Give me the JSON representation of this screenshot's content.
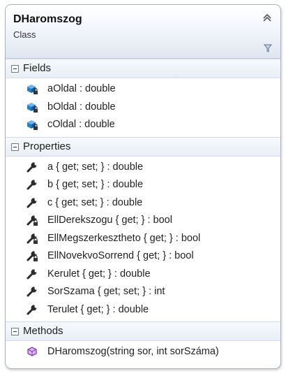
{
  "class": {
    "name": "DHaromszog",
    "kind": "Class"
  },
  "sections": {
    "fields": {
      "label": "Fields",
      "items": [
        {
          "text": "aOldal : double",
          "icon": "private-field-icon"
        },
        {
          "text": "bOldal : double",
          "icon": "private-field-icon"
        },
        {
          "text": "cOldal : double",
          "icon": "private-field-icon"
        }
      ]
    },
    "properties": {
      "label": "Properties",
      "items": [
        {
          "text": "a { get; set; } : double",
          "icon": "property-icon"
        },
        {
          "text": "b { get; set; } : double",
          "icon": "property-icon"
        },
        {
          "text": "c { get; set; } : double",
          "icon": "property-icon"
        },
        {
          "text": "EllDerekszogu { get; } : bool",
          "icon": "private-property-icon"
        },
        {
          "text": "EllMegszerkesztheto { get; } : bool",
          "icon": "private-property-icon"
        },
        {
          "text": "EllNovekvoSorrend { get; } : bool",
          "icon": "private-property-icon"
        },
        {
          "text": "Kerulet { get; } : double",
          "icon": "property-icon"
        },
        {
          "text": "SorSzama { get; set; } : int",
          "icon": "property-icon"
        },
        {
          "text": "Terulet { get; } : double",
          "icon": "property-icon"
        }
      ]
    },
    "methods": {
      "label": "Methods",
      "items": [
        {
          "text": "DHaromszog(string sor, int sorSzáma)",
          "icon": "method-icon"
        }
      ]
    }
  },
  "colors": {
    "field_icon": "#1f7fd0",
    "method_icon": "#8a3fb8",
    "property_icon": "#2b2b2b"
  }
}
